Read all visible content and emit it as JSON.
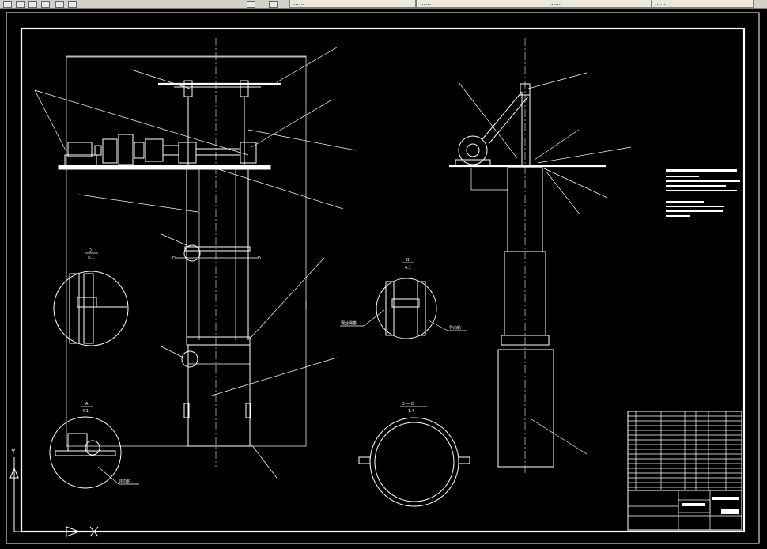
{
  "toolbar": {
    "tabs": [
      {
        "label": "……"
      },
      {
        "label": "……"
      },
      {
        "label": "……"
      },
      {
        "label": "……"
      }
    ]
  },
  "drawing": {
    "section_labels": {
      "d_section": "D",
      "d_scale": "5:1",
      "b_section": "B",
      "b_scale": "4:1",
      "a_section": "A",
      "a_scale": "4:1",
      "dd_section": "D — D"
    },
    "callout_labels": {
      "left_flange": "钢丝绳卷",
      "right_flange": "导向轮",
      "a_detail": "导向轮"
    },
    "scale_mark": "Y",
    "colors": {
      "background": "#000000",
      "lines": "#ffffff"
    }
  }
}
